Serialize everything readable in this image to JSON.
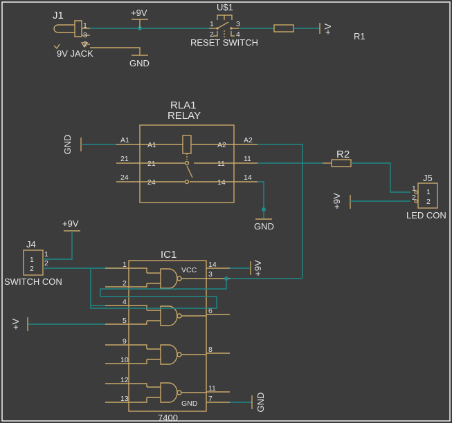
{
  "power": {
    "p9v_top": "+9V",
    "gnd_top": "GND",
    "plus_v_top": "+V",
    "r1": "R1"
  },
  "jack": {
    "ref": "J1",
    "name": "9V JACK",
    "pins": [
      "1",
      "3",
      "2"
    ]
  },
  "reset": {
    "ref": "U$1",
    "name": "RESET SWITCH",
    "pins": [
      "1",
      "3",
      "2",
      "4"
    ]
  },
  "relay": {
    "ref": "RLA1",
    "name": "RELAY",
    "gnd_label": "GND",
    "gnd2": "GND",
    "pins_outer": [
      "A1",
      "21",
      "24",
      "A2",
      "11",
      "14"
    ],
    "pins_inner": [
      "A1",
      "21",
      "24",
      "A2",
      "11",
      "14"
    ]
  },
  "r2": {
    "ref": "R2"
  },
  "j5": {
    "ref": "J5",
    "name": "LED CON",
    "pins": [
      "1",
      "2"
    ],
    "supply": "+9V"
  },
  "j4": {
    "ref": "J4",
    "name": "SWITCH CON",
    "pins": [
      "1",
      "2"
    ],
    "supply": "+9V"
  },
  "ic": {
    "ref": "IC1",
    "part": "7400",
    "vcc": "VCC",
    "gnd": "GND",
    "pins_left": [
      "1",
      "2",
      "4",
      "5",
      "9",
      "10",
      "12",
      "13"
    ],
    "pins_right": [
      "14",
      "3",
      "6",
      "8",
      "11",
      "7"
    ],
    "supply_vcc": "+9V",
    "supply_gnd": "GND",
    "supply_v": "+V"
  }
}
